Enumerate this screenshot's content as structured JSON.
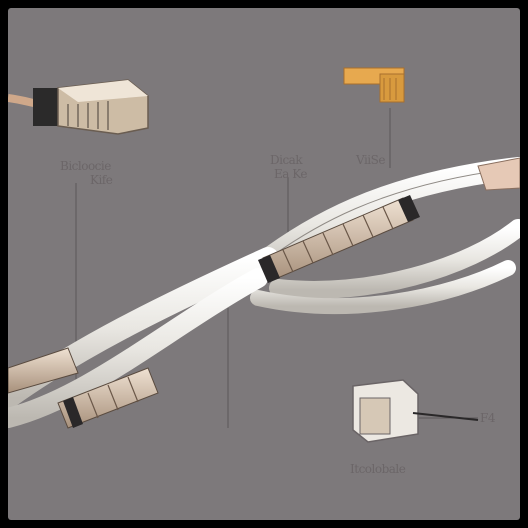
{
  "diagram": {
    "background_color": "#7d797b",
    "cable_color": "#ecebe7",
    "wrap_color": "#d7c2ae",
    "band_color": "#2a2829",
    "connector_color": "#cbb9a0",
    "accent_color": "#e7a94f",
    "labels": {
      "top_left_line1": "Bicloocie",
      "top_left_line2": "Kife",
      "top_center_line1": "Dicak",
      "top_center_line2": "Ea Ke",
      "top_right_line1": "ViiSe",
      "bottom_right_caption": "Itcolobale",
      "small_mark_right": "F4"
    }
  }
}
